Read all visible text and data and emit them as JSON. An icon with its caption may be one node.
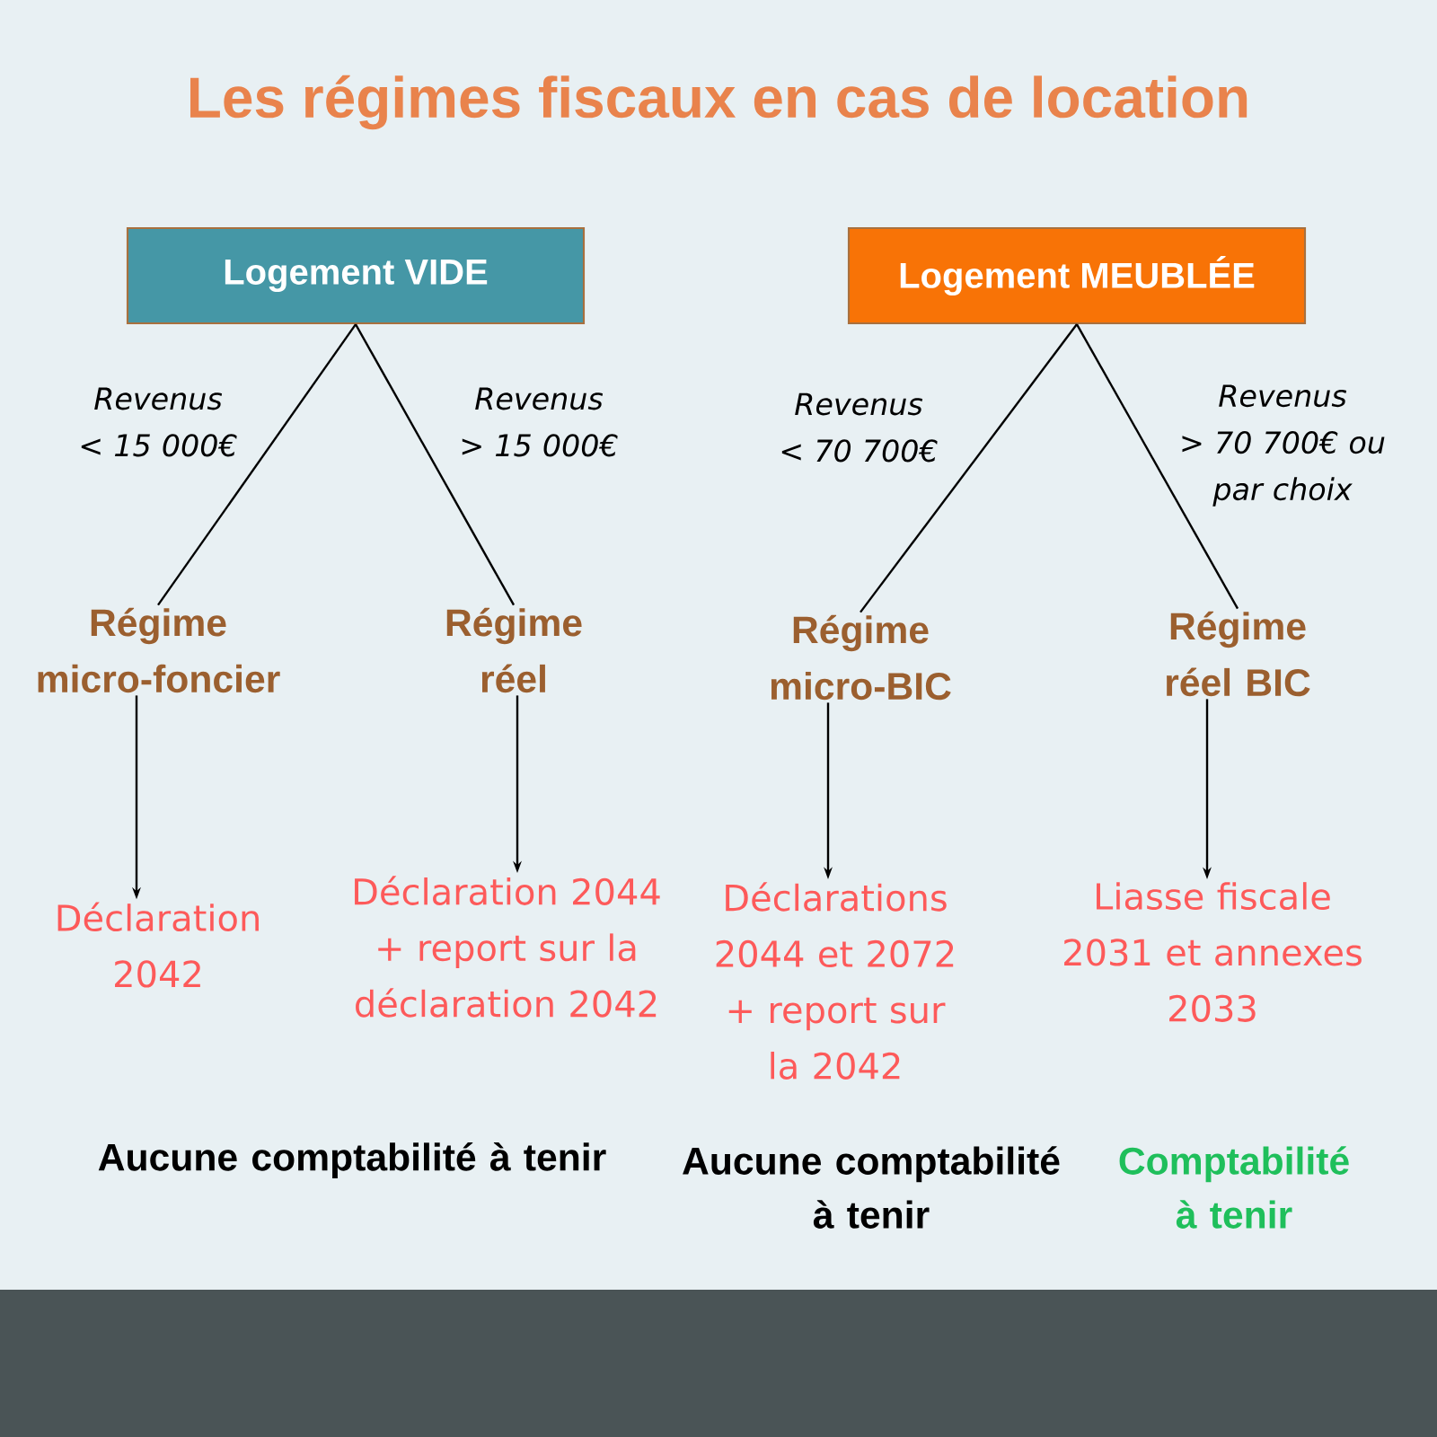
{
  "diagram": {
    "title": "Les régimes fiscaux en cas de location",
    "nodes": [
      {
        "text": [
          "Logement VIDE"
        ]
      },
      {
        "text": [
          "Logement MEUBLÉE"
        ]
      },
      {
        "text": [
          "Régime micro-foncier"
        ]
      },
      {
        "text": [
          "Régime réel"
        ]
      },
      {
        "text": [
          "Régime micro-BIC"
        ]
      },
      {
        "text": [
          "Régime réel BIC"
        ]
      },
      {
        "text": [
          "Déclaration 2042"
        ]
      },
      {
        "text": [
          "Déclaration 2044 + report sur la déclaration 2042"
        ]
      },
      {
        "text": [
          "Déclarations 2044 et 2072 + report sur la 2042"
        ]
      },
      {
        "text": [
          "Liasse fiscale 2031 et annexes 2033"
        ]
      }
    ],
    "edges": [
      {
        "from": 0,
        "to": 2,
        "arrow": "none",
        "label": "Revenus < 15 000€"
      },
      {
        "from": 0,
        "to": 3,
        "arrow": "none",
        "label": "Revenus > 15 000€"
      },
      {
        "from": 1,
        "to": 4,
        "arrow": "none",
        "label": "Revenus < 70 700€"
      },
      {
        "from": 1,
        "to": 5,
        "arrow": "none",
        "label": "Revenus > 70 700€ ou par choix"
      },
      {
        "from": 2,
        "to": 6,
        "arrow": "to"
      },
      {
        "from": 3,
        "to": 7,
        "arrow": "to"
      },
      {
        "from": 4,
        "to": 8,
        "arrow": "to"
      },
      {
        "from": 5,
        "to": 9,
        "arrow": "to"
      }
    ],
    "labels": [
      "Aucune comptabilité à tenir",
      "Aucune comptabilité à tenir",
      "Comptabilité à tenir"
    ]
  }
}
